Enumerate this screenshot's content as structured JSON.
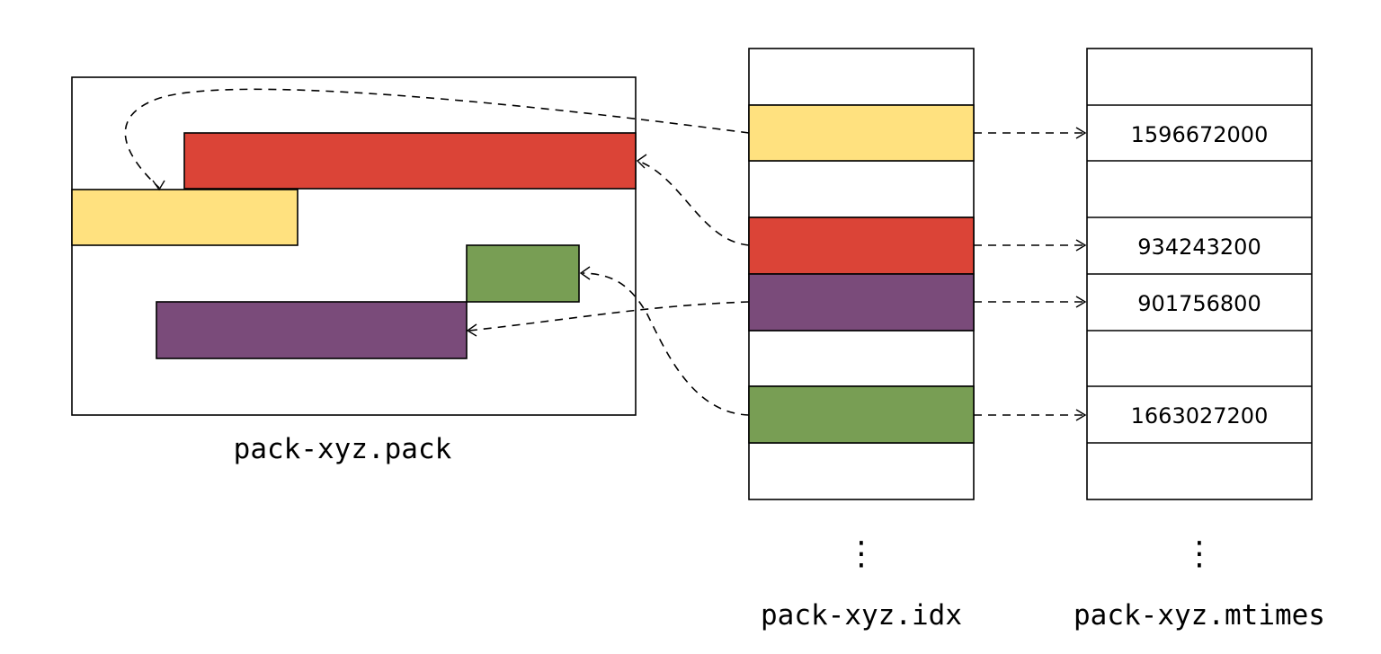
{
  "pack": {
    "label": "pack-xyz.pack",
    "objects": [
      {
        "id": "yellow",
        "color": "#FFE17F"
      },
      {
        "id": "red",
        "color": "#DB4437"
      },
      {
        "id": "green",
        "color": "#789E54"
      },
      {
        "id": "purple",
        "color": "#7A4B7A"
      }
    ]
  },
  "idx": {
    "label": "pack-xyz.idx",
    "continuation": "⋮"
  },
  "mtimes": {
    "label": "pack-xyz.mtimes",
    "continuation": "⋮",
    "values": [
      "1596672000",
      "934243200",
      "901756800",
      "1663027200"
    ]
  }
}
